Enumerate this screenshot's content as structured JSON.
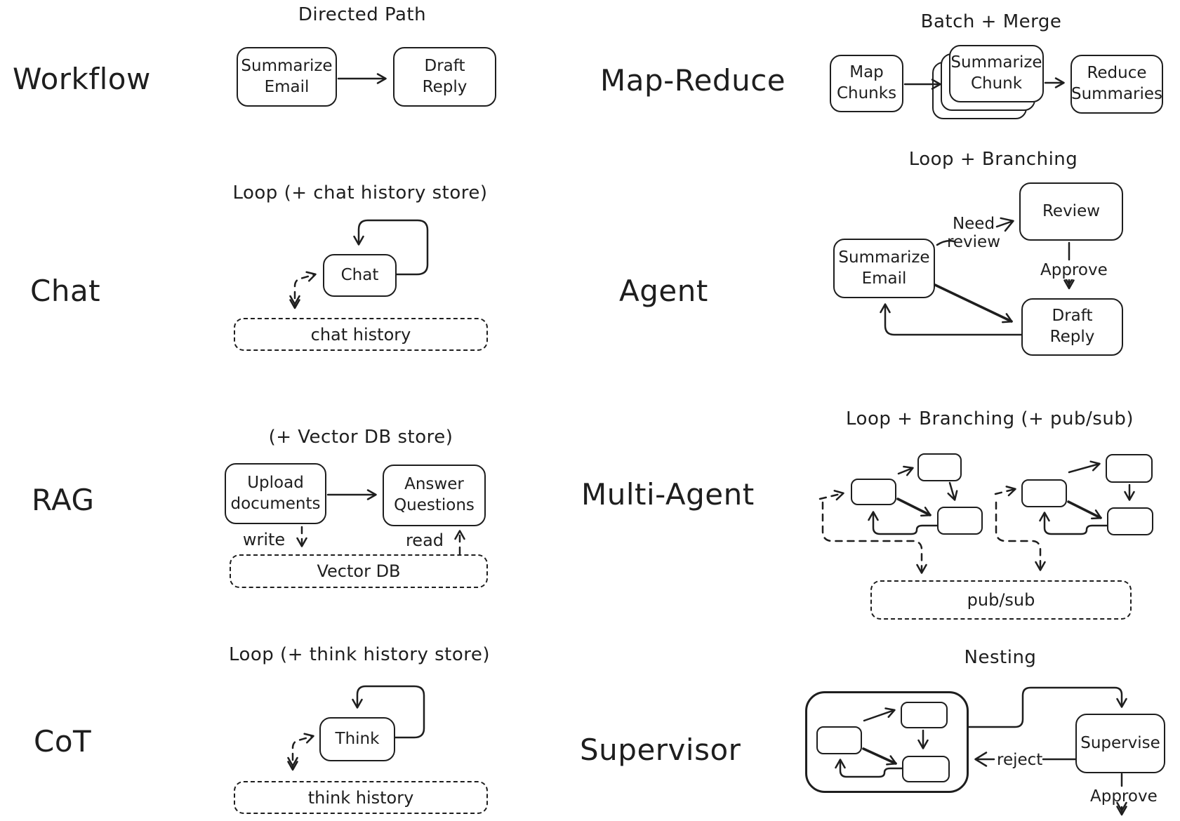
{
  "palette": {
    "ink": "#1e1e1e",
    "bg": "#ffffff"
  },
  "sections": {
    "workflow": {
      "label": "Workflow",
      "pattern": "Directed Path",
      "node_summarize": "Summarize\nEmail",
      "node_draft": "Draft\nReply"
    },
    "map_reduce": {
      "label": "Map-Reduce",
      "pattern": "Batch + Merge",
      "node_map": "Map\nChunks",
      "node_chunk": "Summarize\nChunk",
      "node_reduce": "Reduce\nSummaries"
    },
    "chat": {
      "label": "Chat",
      "pattern": "Loop (+ chat history store)",
      "node_chat": "Chat",
      "store": "chat history"
    },
    "agent": {
      "label": "Agent",
      "pattern": "Loop + Branching",
      "node_summarize": "Summarize\nEmail",
      "node_review": "Review",
      "node_draft": "Draft\nReply",
      "edge_need_review": "Need\nreview",
      "edge_approve": "Approve"
    },
    "rag": {
      "label": "RAG",
      "pattern": "(+ Vector DB store)",
      "node_upload": "Upload\ndocuments",
      "node_answer": "Answer\nQuestions",
      "edge_write": "write",
      "edge_read": "read",
      "store": "Vector DB"
    },
    "multi_agent": {
      "label": "Multi-Agent",
      "pattern": "Loop + Branching (+ pub/sub)",
      "store": "pub/sub"
    },
    "cot": {
      "label": "CoT",
      "pattern": "Loop (+ think history store)",
      "node_think": "Think",
      "store": "think history"
    },
    "supervisor": {
      "label": "Supervisor",
      "pattern": "Nesting",
      "node_supervise": "Supervise",
      "edge_reject": "reject",
      "edge_approve": "Approve"
    }
  }
}
